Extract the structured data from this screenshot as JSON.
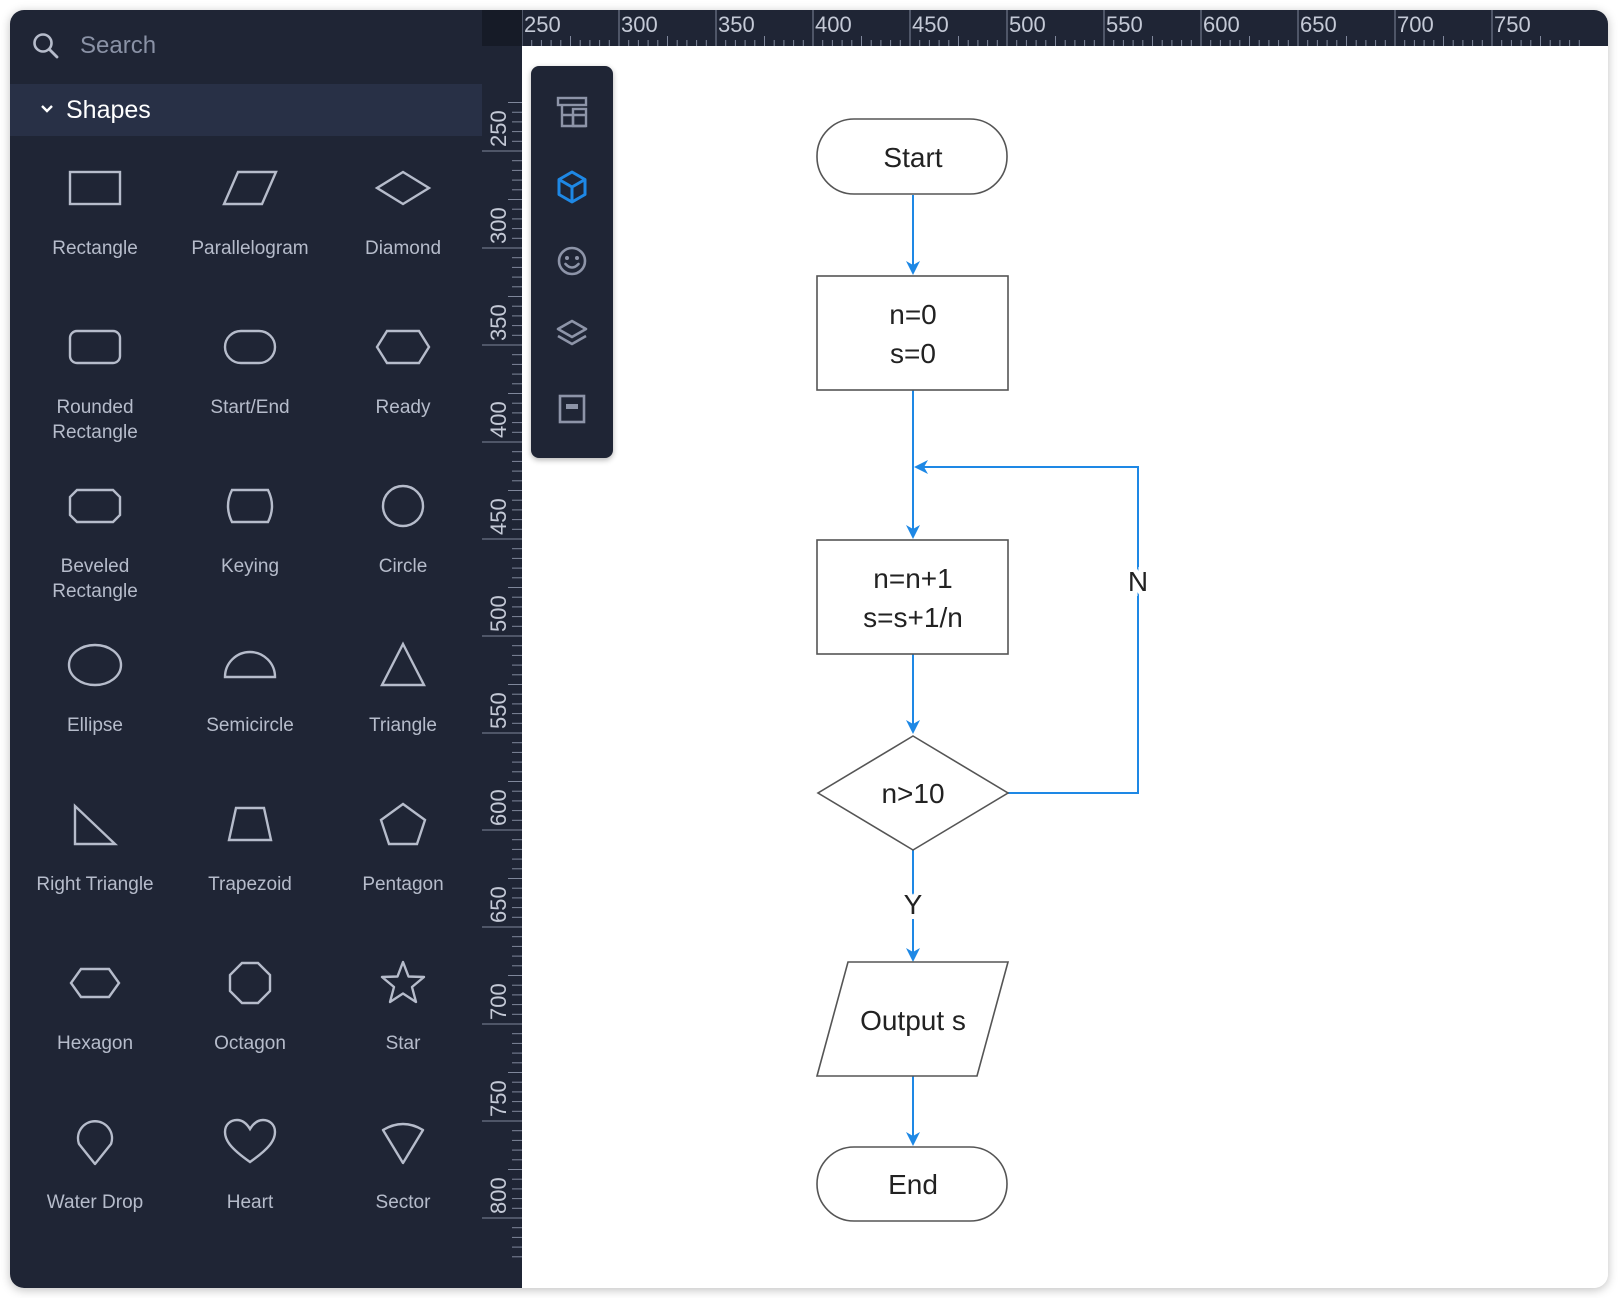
{
  "search": {
    "placeholder": "Search"
  },
  "section": {
    "title": "Shapes"
  },
  "shapes": [
    {
      "name": "Rectangle",
      "icon": "rectangle-icon"
    },
    {
      "name": "Parallelogram",
      "icon": "parallelogram-icon"
    },
    {
      "name": "Diamond",
      "icon": "diamond-icon"
    },
    {
      "name": "Rounded\nRectangle",
      "icon": "rounded-rectangle-icon"
    },
    {
      "name": "Start/End",
      "icon": "start-end-icon"
    },
    {
      "name": "Ready",
      "icon": "ready-icon"
    },
    {
      "name": "Beveled\nRectangle",
      "icon": "beveled-rectangle-icon"
    },
    {
      "name": "Keying",
      "icon": "keying-icon"
    },
    {
      "name": "Circle",
      "icon": "circle-icon"
    },
    {
      "name": "Ellipse",
      "icon": "ellipse-icon"
    },
    {
      "name": "Semicircle",
      "icon": "semicircle-icon"
    },
    {
      "name": "Triangle",
      "icon": "triangle-icon"
    },
    {
      "name": "Right Triangle",
      "icon": "right-triangle-icon"
    },
    {
      "name": "Trapezoid",
      "icon": "trapezoid-icon"
    },
    {
      "name": "Pentagon",
      "icon": "pentagon-icon"
    },
    {
      "name": "Hexagon",
      "icon": "hexagon-icon"
    },
    {
      "name": "Octagon",
      "icon": "octagon-icon"
    },
    {
      "name": "Star",
      "icon": "star-icon"
    },
    {
      "name": "Water Drop",
      "icon": "water-drop-icon"
    },
    {
      "name": "Heart",
      "icon": "heart-icon"
    },
    {
      "name": "Sector",
      "icon": "sector-icon"
    }
  ],
  "ruler": {
    "horizontal": [
      "250",
      "300",
      "350",
      "400",
      "450",
      "500",
      "550",
      "600",
      "650",
      "700",
      "750"
    ],
    "vertical": [
      "250",
      "300",
      "350",
      "400",
      "450",
      "500",
      "550",
      "600",
      "650",
      "700",
      "750",
      "800"
    ]
  },
  "toolbar": [
    "outline-icon",
    "shapes-cube-icon",
    "emoji-icon",
    "layers-icon",
    "page-icon"
  ],
  "flowchart": {
    "start": "Start",
    "init": [
      "n=0",
      "s=0"
    ],
    "step": [
      "n=n+1",
      "s=s+1/n"
    ],
    "condition": "n>10",
    "no_label": "N",
    "yes_label": "Y",
    "output": "Output s",
    "end": "End"
  },
  "colors": {
    "sidebar_bg": "#1f2535",
    "accent": "#1e88e5",
    "icon": "#b6bccb"
  }
}
